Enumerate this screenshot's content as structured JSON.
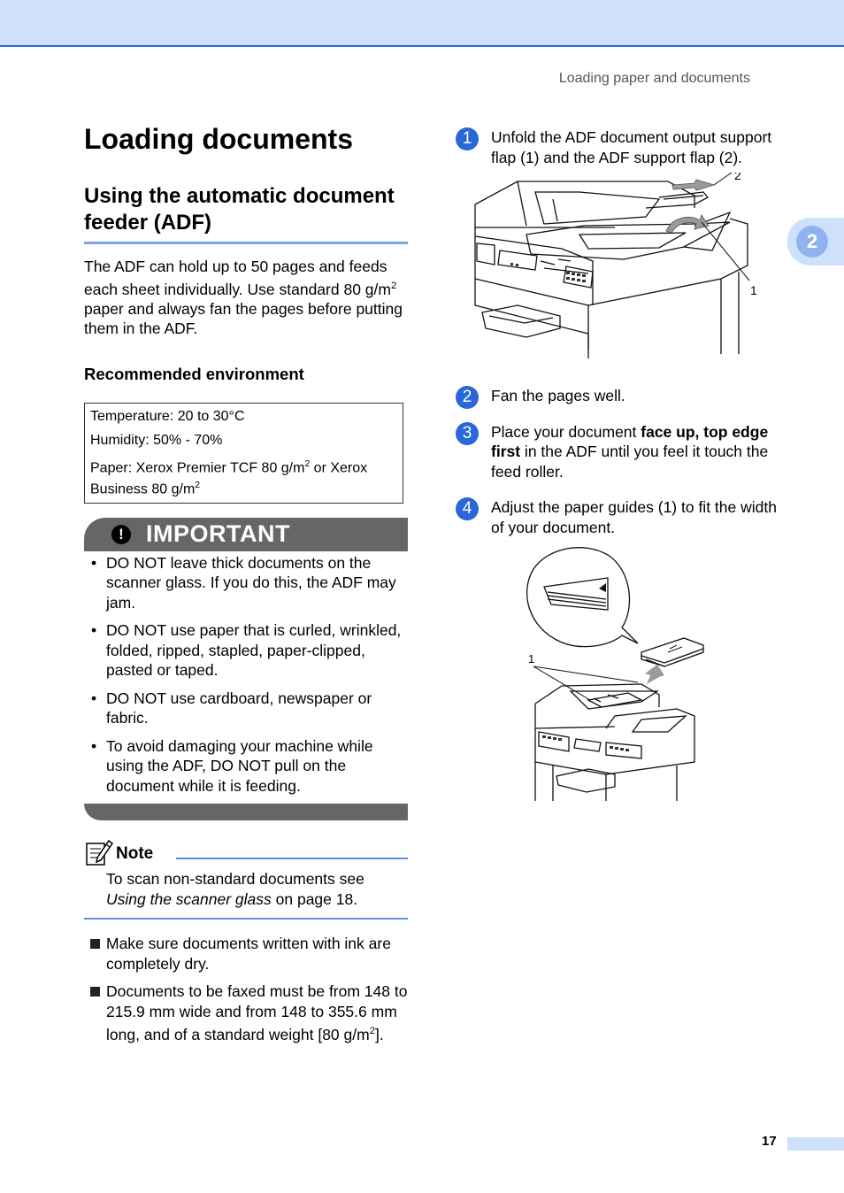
{
  "header": {
    "title": "Loading paper and documents",
    "chapter": "2",
    "page": "17"
  },
  "main_title": "Loading documents",
  "section_title": "Using the automatic document feeder (ADF)",
  "intro": {
    "before": "The ADF can hold up to 50 pages and feeds each sheet individually. Use standard 80 g/m",
    "sup": "2",
    "after": " paper and always fan the pages before putting them in the ADF."
  },
  "env": {
    "title": "Recommended environment",
    "temperature": "Temperature: 20 to 30°C",
    "humidity": "Humidity: 50% - 70%",
    "paper_a": "Paper: Xerox Premier TCF 80 g/m",
    "paper_sup": "2",
    "paper_b": " or Xerox Business 80 g/m",
    "paper_sup2": "2"
  },
  "important": {
    "label": "IMPORTANT",
    "items": [
      "DO NOT leave thick documents on the scanner glass. If you do this, the ADF may jam.",
      "DO NOT use paper that is curled, wrinkled, folded, ripped, stapled, paper-clipped, pasted or taped.",
      "DO NOT use cardboard, newspaper or fabric.",
      "To avoid damaging your machine while using the ADF, DO NOT pull on the document while it is feeding."
    ]
  },
  "note": {
    "label": "Note",
    "text_a": "To scan non-standard documents see ",
    "link": "Using the scanner glass",
    "text_b": " on page 18."
  },
  "bullets": {
    "item1": "Make sure documents written with ink are completely dry.",
    "item2_a": "Documents to be faxed must be from 148 to 215.9 mm wide and from 148 to 355.6 mm long, and of a standard weight [80 g/m",
    "item2_sup": "2",
    "item2_b": "]."
  },
  "steps": {
    "s1": {
      "num": "1",
      "text": "Unfold the ADF document output support flap (1) and the ADF support flap (2)."
    },
    "s2": {
      "num": "2",
      "text": "Fan the pages well."
    },
    "s3": {
      "num": "3",
      "text_a": "Place your document ",
      "bold": "face up, top edge first",
      "text_b": " in the ADF until you feel it touch the feed roller."
    },
    "s4": {
      "num": "4",
      "text": "Adjust the paper guides (1) to fit the width of your document."
    }
  },
  "figures": {
    "fig1_labels": [
      "2",
      "1"
    ],
    "fig2_label": "1"
  }
}
